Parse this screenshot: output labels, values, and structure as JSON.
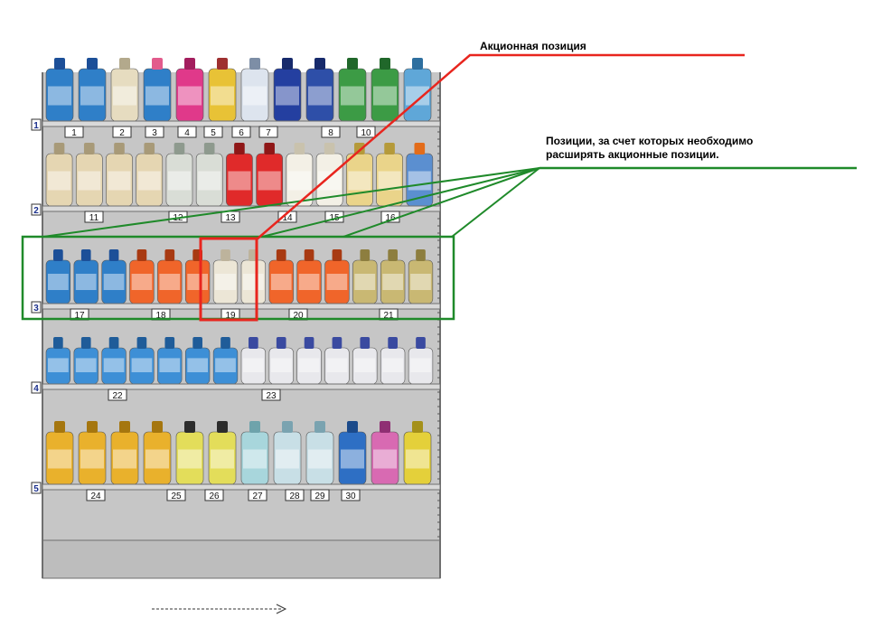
{
  "colors": {
    "promo": "#e8251e",
    "expand": "#1f8a2a",
    "shelf_back": "#c6c6c6",
    "shelf_dark": "#9b9b9b",
    "frame": "#6f6f6f"
  },
  "annotations": {
    "promo_label": "Акционная позиция",
    "expand_label_line1": "Позиции, за счет которых необходимо",
    "expand_label_line2": "расширять акционные позиции."
  },
  "shelves": [
    {
      "number": "1",
      "tags": [
        "1",
        "2",
        "3",
        "4",
        "5",
        "6",
        "7",
        "8",
        "10"
      ],
      "products": [
        {
          "color": "#2f7fc8",
          "cap": "#1c4f98"
        },
        {
          "color": "#2f7fc8",
          "cap": "#1c4f98"
        },
        {
          "color": "#e6dcc0",
          "cap": "#b3a98c"
        },
        {
          "color": "#2f7fc8",
          "cap": "#e25b8c"
        },
        {
          "color": "#e0398a",
          "cap": "#a31e5e"
        },
        {
          "color": "#e8c236",
          "cap": "#9e3030"
        },
        {
          "color": "#dde4ee",
          "cap": "#7d8ea6"
        },
        {
          "color": "#243fa0",
          "cap": "#172a6b"
        },
        {
          "color": "#2e4fa8",
          "cap": "#172a6b"
        },
        {
          "color": "#3c9b45",
          "cap": "#20672a"
        },
        {
          "color": "#3c9b45",
          "cap": "#20672a"
        },
        {
          "color": "#5fa7d8",
          "cap": "#2e6f9f"
        }
      ]
    },
    {
      "number": "2",
      "tags": [
        "11",
        "12",
        "13",
        "14",
        "15",
        "16"
      ],
      "products": [
        {
          "color": "#e5d6b2",
          "cap": "#a89a78"
        },
        {
          "color": "#e5d6b2",
          "cap": "#a89a78"
        },
        {
          "color": "#e5d6b2",
          "cap": "#a89a78"
        },
        {
          "color": "#e5d6b2",
          "cap": "#a89a78"
        },
        {
          "color": "#d9ddd6",
          "cap": "#8e9a8e"
        },
        {
          "color": "#d9ddd6",
          "cap": "#8e9a8e"
        },
        {
          "color": "#e02a2a",
          "cap": "#8f1717"
        },
        {
          "color": "#e02a2a",
          "cap": "#8f1717"
        },
        {
          "color": "#f3f0e6",
          "cap": "#c9c2ad"
        },
        {
          "color": "#f3f0e6",
          "cap": "#c9c2ad"
        },
        {
          "color": "#ead48a",
          "cap": "#b59a3a"
        },
        {
          "color": "#ead48a",
          "cap": "#b59a3a"
        },
        {
          "color": "#5b8fd0",
          "cap": "#e36c1a"
        }
      ]
    },
    {
      "number": "3",
      "tags": [
        "17",
        "18",
        "19",
        "20",
        "21"
      ],
      "products": [
        {
          "color": "#2f7fc8",
          "cap": "#1c4f98"
        },
        {
          "color": "#2f7fc8",
          "cap": "#1c4f98"
        },
        {
          "color": "#2f7fc8",
          "cap": "#1c4f98"
        },
        {
          "color": "#f0652a",
          "cap": "#a83a12"
        },
        {
          "color": "#f0652a",
          "cap": "#a83a12"
        },
        {
          "color": "#f0652a",
          "cap": "#a83a12"
        },
        {
          "color": "#ece6d6",
          "cap": "#bdb39c"
        },
        {
          "color": "#ece6d6",
          "cap": "#bdb39c"
        },
        {
          "color": "#f0652a",
          "cap": "#a83a12"
        },
        {
          "color": "#f0652a",
          "cap": "#a83a12"
        },
        {
          "color": "#f0652a",
          "cap": "#a83a12"
        },
        {
          "color": "#c9b873",
          "cap": "#8d7e3f"
        },
        {
          "color": "#c9b873",
          "cap": "#8d7e3f"
        },
        {
          "color": "#c9b873",
          "cap": "#8d7e3f"
        }
      ]
    },
    {
      "number": "4",
      "tags": [
        "22",
        "23"
      ],
      "products": [
        {
          "color": "#3d8fd6",
          "cap": "#1f5c99"
        },
        {
          "color": "#3d8fd6",
          "cap": "#1f5c99"
        },
        {
          "color": "#3d8fd6",
          "cap": "#1f5c99"
        },
        {
          "color": "#3d8fd6",
          "cap": "#1f5c99"
        },
        {
          "color": "#3d8fd6",
          "cap": "#1f5c99"
        },
        {
          "color": "#3d8fd6",
          "cap": "#1f5c99"
        },
        {
          "color": "#3d8fd6",
          "cap": "#1f5c99"
        },
        {
          "color": "#e8e8ec",
          "cap": "#3a4aa0"
        },
        {
          "color": "#e8e8ec",
          "cap": "#3a4aa0"
        },
        {
          "color": "#e8e8ec",
          "cap": "#3a4aa0"
        },
        {
          "color": "#e8e8ec",
          "cap": "#3a4aa0"
        },
        {
          "color": "#e8e8ec",
          "cap": "#3a4aa0"
        },
        {
          "color": "#e8e8ec",
          "cap": "#3a4aa0"
        },
        {
          "color": "#e8e8ec",
          "cap": "#3a4aa0"
        }
      ]
    },
    {
      "number": "5",
      "tags": [
        "24",
        "25",
        "26",
        "27",
        "28",
        "29",
        "30"
      ],
      "products": [
        {
          "color": "#e9b12c",
          "cap": "#a5760f"
        },
        {
          "color": "#e9b12c",
          "cap": "#a5760f"
        },
        {
          "color": "#e9b12c",
          "cap": "#a5760f"
        },
        {
          "color": "#e9b12c",
          "cap": "#a5760f"
        },
        {
          "color": "#e3dd5a",
          "cap": "#2c2c2c"
        },
        {
          "color": "#e3dd5a",
          "cap": "#2c2c2c"
        },
        {
          "color": "#a8d6dc",
          "cap": "#6ea3ab"
        },
        {
          "color": "#c8dfe6",
          "cap": "#7aa3b0"
        },
        {
          "color": "#c8dfe6",
          "cap": "#7aa3b0"
        },
        {
          "color": "#2e6fc4",
          "cap": "#1b4a8a"
        },
        {
          "color": "#d86ab2",
          "cap": "#8f2f73"
        },
        {
          "color": "#e4d03a",
          "cap": "#a4901a"
        }
      ]
    }
  ]
}
